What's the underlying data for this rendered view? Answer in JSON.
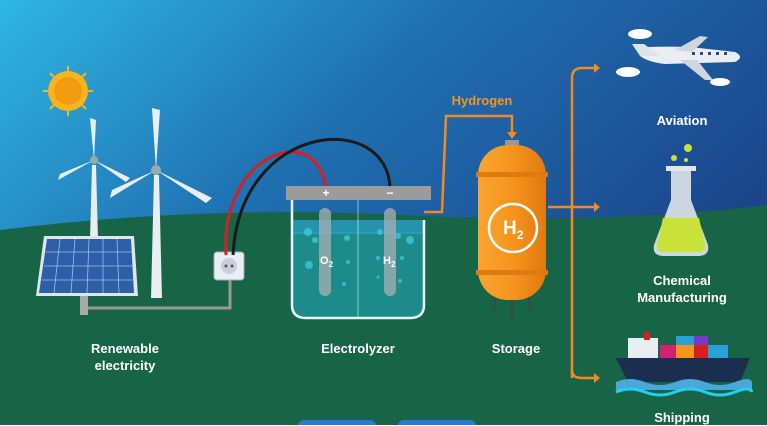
{
  "labels": {
    "renewable": "Renewable electricity",
    "electrolyzer": "Electrolyzer",
    "storage": "Storage",
    "hydrogen": "Hydrogen",
    "aviation": "Aviation",
    "chemical": "Chemical Manufacturing",
    "shipping": "Shipping"
  },
  "electrodes": {
    "plus": "+",
    "minus": "−",
    "anode_gas": "O",
    "anode_sub": "2",
    "cathode_gas": "H",
    "cathode_sub": "2"
  },
  "tank": {
    "symbol": "H",
    "sub": "2"
  },
  "colors": {
    "sky_light": "#2fb6e2",
    "sky_dark": "#1b3f86",
    "ground": "#176447",
    "pipe": "#f08a24",
    "tank": "#f7941d"
  }
}
